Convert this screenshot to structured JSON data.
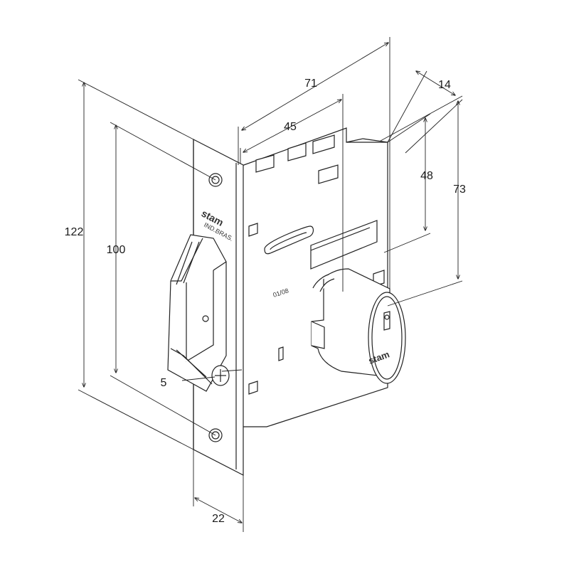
{
  "drawing": {
    "dimensions": {
      "overall_height": "122",
      "inner_height": "100",
      "bolt_offset": "5",
      "faceplate_width": "22",
      "total_depth": "71",
      "backset": "45",
      "cylinder_projection": "14",
      "cylinder_height": "48",
      "body_height": "73"
    },
    "markings": {
      "brand": "stam",
      "origin": "IND.BRAS.",
      "date_code": "01/08",
      "cylinder_brand": "stam"
    }
  }
}
